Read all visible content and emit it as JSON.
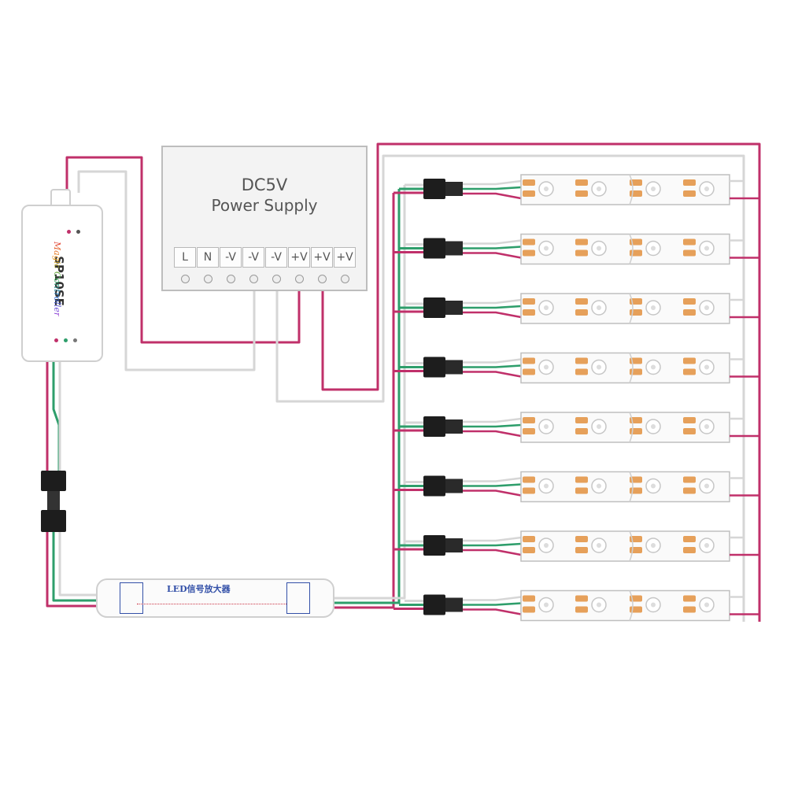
{
  "power_supply": {
    "title_line1": "DC5V",
    "title_line2": "Power Supply",
    "terminals": [
      "L",
      "N",
      "-V",
      "-V",
      "-V",
      "+V",
      "+V",
      "+V"
    ]
  },
  "controller": {
    "model": "SP10SE",
    "brand": "Magic Controller"
  },
  "amplifier": {
    "title": "LED信号放大器"
  },
  "colors": {
    "data_wire": "#2e9e6b",
    "pos_wire": "#c0306a",
    "neg_wire": "#d6d6d6",
    "strip_led": "#e6a05a"
  },
  "led_strip_count": 8
}
